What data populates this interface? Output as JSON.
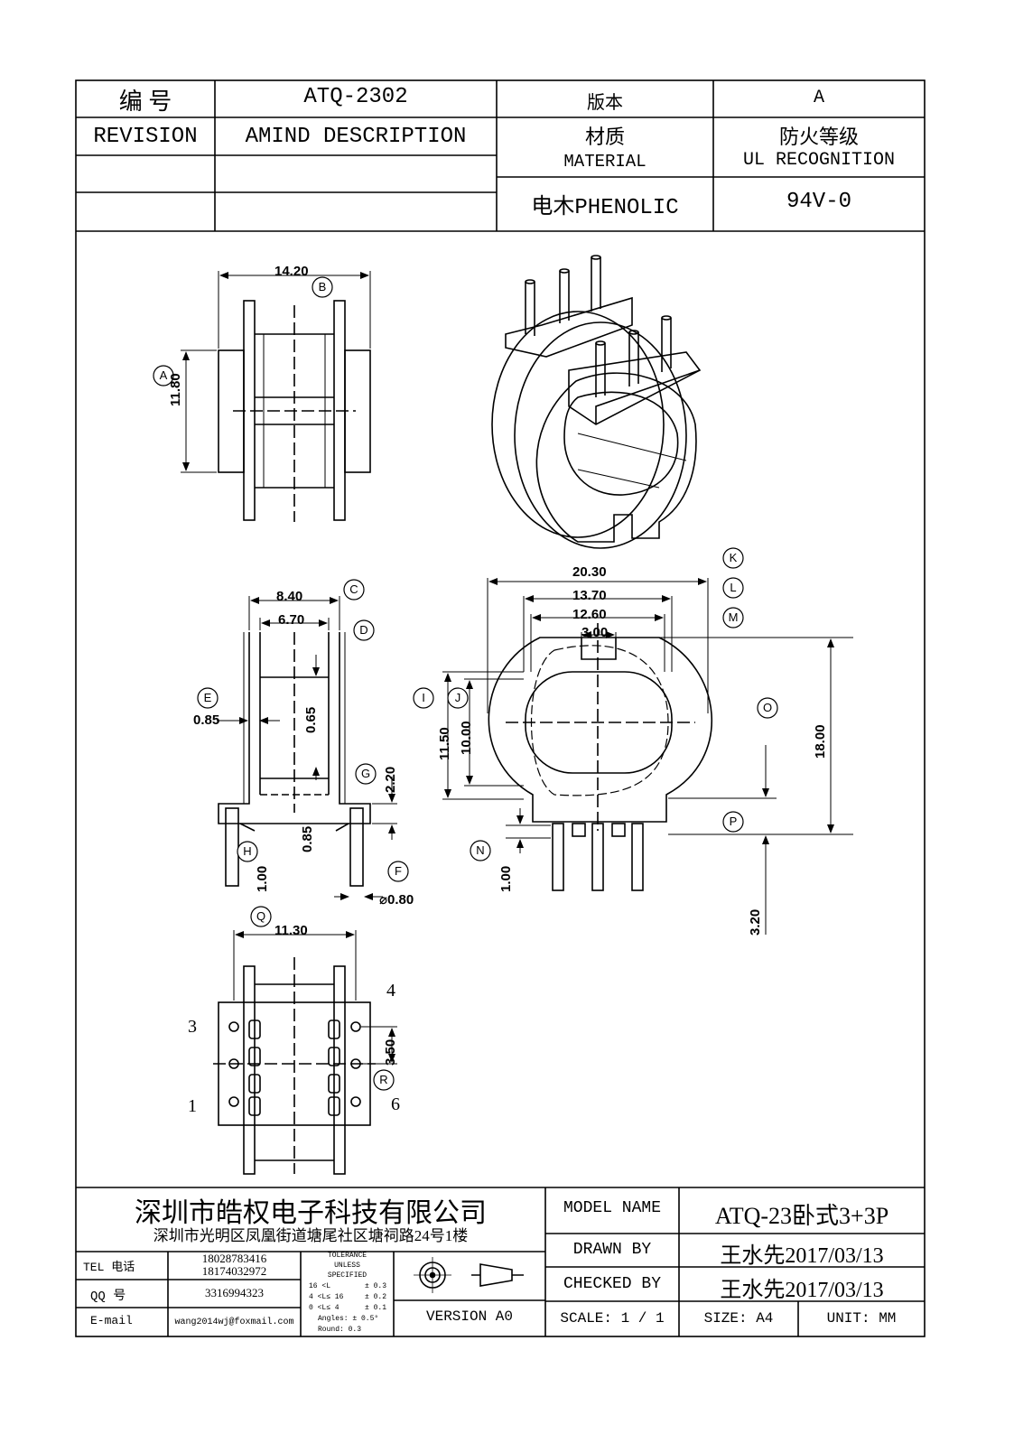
{
  "header": {
    "bianhao_label": "编    号",
    "part_number": "ATQ-2302",
    "version_label": "版本",
    "version_value": "A",
    "revision_label": "REVISION",
    "amind_label": "AMIND DESCRIPTION",
    "material_label_cn": "材质",
    "material_label_en": "MATERIAL",
    "fire_label_cn": "防火等级",
    "fire_label_en": "UL RECOGNITION",
    "material_value": "电木PHENOLIC",
    "fire_value": "94V-0"
  },
  "drawing": {
    "dims": {
      "d1420": "14.20",
      "d1180": "11.80",
      "d840": "8.40",
      "d670": "6.70",
      "d065": "0.65",
      "d085a": "0.85",
      "d220": "2.20",
      "d085b": "0.85",
      "d100a": "1.00",
      "d080": "⌀0.80",
      "d2030": "20.30",
      "d1370": "13.70",
      "d1260": "12.60",
      "d300": "3.00",
      "d1150": "11.50",
      "d1000": "10.00",
      "d1800": "18.00",
      "d100b": "1.00",
      "d320": "3.20",
      "d1130": "11.30",
      "d350": "3.50"
    },
    "balloons": [
      "A",
      "B",
      "C",
      "D",
      "E",
      "F",
      "G",
      "H",
      "I",
      "J",
      "K",
      "L",
      "M",
      "N",
      "O",
      "P",
      "Q",
      "R"
    ],
    "pins": {
      "p3": "3",
      "p4": "4",
      "p1": "1",
      "p6": "6"
    }
  },
  "titleblock": {
    "company": "深圳市皓权电子科技有限公司",
    "address": "深圳市光明区凤凰街道塘尾社区塘祠路24号1楼",
    "tel_label": "TEL 电话",
    "tel_value1": "18028783416",
    "tel_value2": "18174032972",
    "qq_label": "QQ   号",
    "qq_value": "3316994323",
    "email_label": "E-mail",
    "email_value": "wang2014wj@foxmail.com",
    "tol_title1": "TOLERANCE",
    "tol_title2": "UNLESS",
    "tol_title3": "SPECIFIED",
    "tol_r1a": "16 <L",
    "tol_r1b": "± 0.3",
    "tol_r2a": "4 <L≤ 16",
    "tol_r2b": "± 0.2",
    "tol_r3a": "0 <L≤ 4",
    "tol_r3b": "± 0.1",
    "tol_r4": "Angles: ± 0.5°",
    "tol_r5": "Round: 0.3",
    "version": "VERSION A0",
    "model_label": "MODEL NAME",
    "model_value": "ATQ-23卧式3+3P",
    "drawn_label": "DRAWN BY",
    "drawn_value": "王水先2017/03/13",
    "checked_label": "CHECKED BY",
    "checked_value": "王水先2017/03/13",
    "scale": "SCALE:  1  /  1",
    "size": "SIZE:  A4",
    "unit": "UNIT:  MM"
  }
}
